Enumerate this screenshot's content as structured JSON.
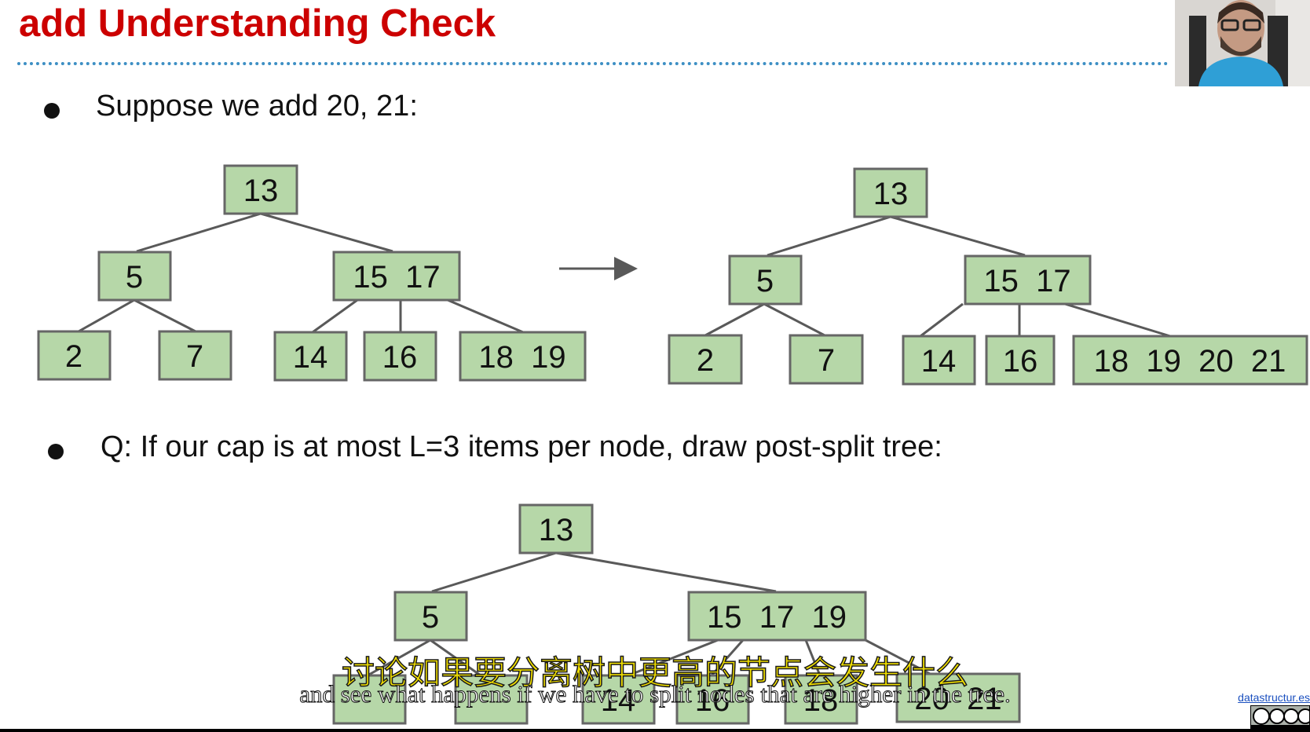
{
  "slide": {
    "title": "add Understanding Check",
    "bullet1": "Suppose we add 20, 21:",
    "bullet2": "Q: If our cap is at most L=3 items per node, draw post-split tree:"
  },
  "tree_before": {
    "root": "13",
    "level1": [
      "5",
      "15  17"
    ],
    "leaves": [
      "2",
      "7",
      "14",
      "16",
      "18  19"
    ]
  },
  "tree_after": {
    "root": "13",
    "level1": [
      "5",
      "15  17"
    ],
    "leaves": [
      "2",
      "7",
      "14",
      "16",
      "18  19  20  21"
    ]
  },
  "tree_split": {
    "root": "13",
    "level1": [
      "5",
      "15  17  19"
    ],
    "leaves_visible": [
      "14",
      "16",
      "18",
      "20  21"
    ]
  },
  "subtitles": {
    "zh": "讨论如果要分离树中更高的节点会发生什么",
    "en": "and see what happens if we have to split nodes that are higher in the tree."
  },
  "footer": {
    "link": "datastructur.es",
    "license_icon": "cc-by-nc-sa-icon"
  },
  "webcam": {
    "icon": "presenter-webcam"
  },
  "colors": {
    "title": "#cc0000",
    "node_fill": "#b6d7a8",
    "node_border": "#666666",
    "divider": "#3d8fc4",
    "subtitle_zh": "#f2e000"
  }
}
